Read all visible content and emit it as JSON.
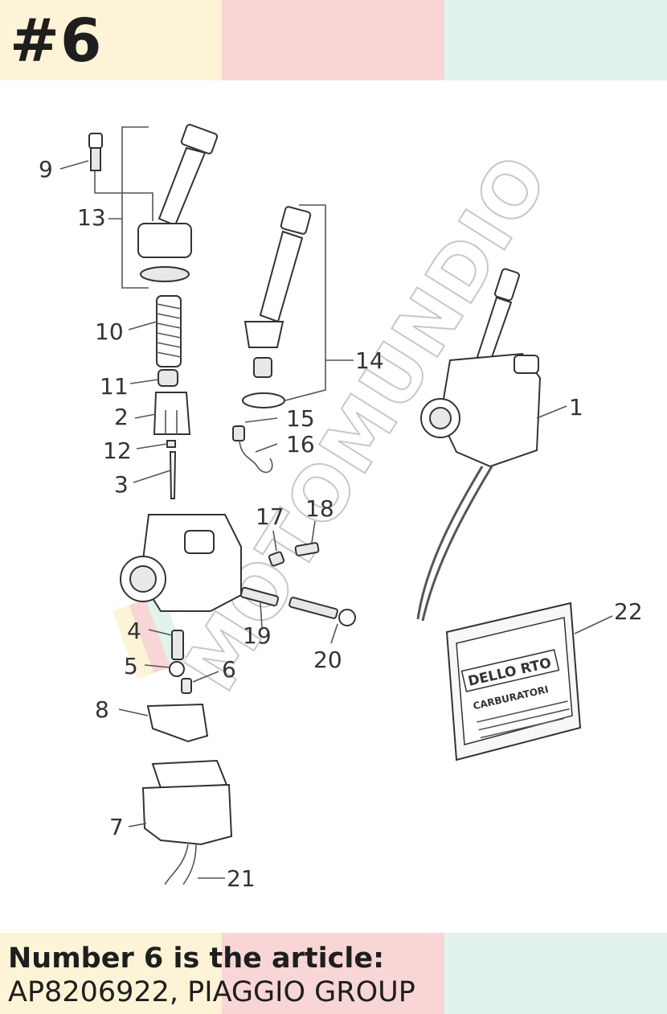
{
  "header": {
    "title": "#6",
    "band_colors": [
      "#fdf3d6",
      "#f9d6d6",
      "#e1f3ea"
    ]
  },
  "diagram": {
    "callouts": {
      "c1": "1",
      "c2": "2",
      "c3": "3",
      "c4": "4",
      "c5": "5",
      "c6": "6",
      "c7": "7",
      "c8": "8",
      "c9": "9",
      "c10": "10",
      "c11": "11",
      "c12": "12",
      "c13": "13",
      "c14": "14",
      "c15": "15",
      "c16": "16",
      "c17": "17",
      "c18": "18",
      "c19": "19",
      "c20": "20",
      "c21": "21",
      "c22": "22"
    },
    "watermark": "MOTOMUNDIO",
    "sticker": {
      "brand": "DELLO RTO",
      "subtitle": "CARBURATORI"
    },
    "highlight_colors": [
      "#fdf3d6",
      "#f9d6d6",
      "#e1f3ea"
    ]
  },
  "caption": {
    "line1": "Number 6 is the article:",
    "line2": "AP8206922, PIAGGIO GROUP"
  }
}
